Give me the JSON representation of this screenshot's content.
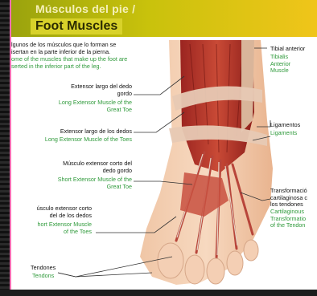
{
  "header": {
    "spanish_title": "Músculos del pie /",
    "english_title": "Foot Muscles"
  },
  "intro": {
    "spanish": "lgunos de los músculos que lo forman se\nisertan en la parte inferior de la pierna.",
    "english": "ome of the muscles that make up the foot are\nserted in the inferior part of the leg."
  },
  "labels": [
    {
      "id": "ext-largo-dedo-gordo",
      "es": "Extensor largo del dedo\ngordo",
      "en": "Long Extensor Muscle of the\nGreat Toe"
    },
    {
      "id": "ext-largo-dedos",
      "es": "Extensor largo de los dedos",
      "en": "Long Extensor Muscle of the Toes"
    },
    {
      "id": "ext-corto-dedo-gordo",
      "es": "Músculo extensor corto del\ndedo gordo",
      "en": "Short Extensor Muscle of the\nGreat Toe"
    },
    {
      "id": "ext-corto-dedos",
      "es": "úsculo extensor corto\ndel de los dedos",
      "en": "hort Extensor Muscle\nof the Toes"
    },
    {
      "id": "tendones",
      "es": "Tendones",
      "en": "Tendons"
    },
    {
      "id": "tibial-anterior",
      "es": "Tibial anterior",
      "en": "Tibialis\nAnterior\nMuscle"
    },
    {
      "id": "ligamentos",
      "es": "Ligamentos",
      "en": "Ligaments"
    },
    {
      "id": "transformacion",
      "es": "Transformació\ncartilaginosa c\nlos tendones",
      "en": "Cartilaginous\nTransformatio\nof the Tendon"
    }
  ],
  "colors": {
    "frame": "#f36db2",
    "spanish_text": "#111111",
    "english_text": "#2f9a3b"
  }
}
